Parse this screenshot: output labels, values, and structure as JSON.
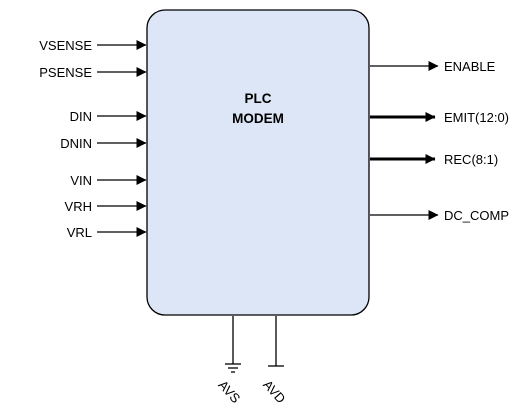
{
  "block": {
    "title_line1": "PLC",
    "title_line2": "MODEM",
    "fill_color": "#dde6f6",
    "stroke_color": "#000000"
  },
  "inputs": [
    "VSENSE",
    "PSENSE",
    "DIN",
    "DNIN",
    "VIN",
    "VRH",
    "VRL"
  ],
  "outputs": [
    {
      "label": "ENABLE",
      "bus": false
    },
    {
      "label": "EMIT(12:0)",
      "bus": true
    },
    {
      "label": "REC(8:1)",
      "bus": true
    },
    {
      "label": "DC_COMP",
      "bus": false
    }
  ],
  "power": {
    "ground_label": "AVS",
    "supply_label": "AVD"
  }
}
